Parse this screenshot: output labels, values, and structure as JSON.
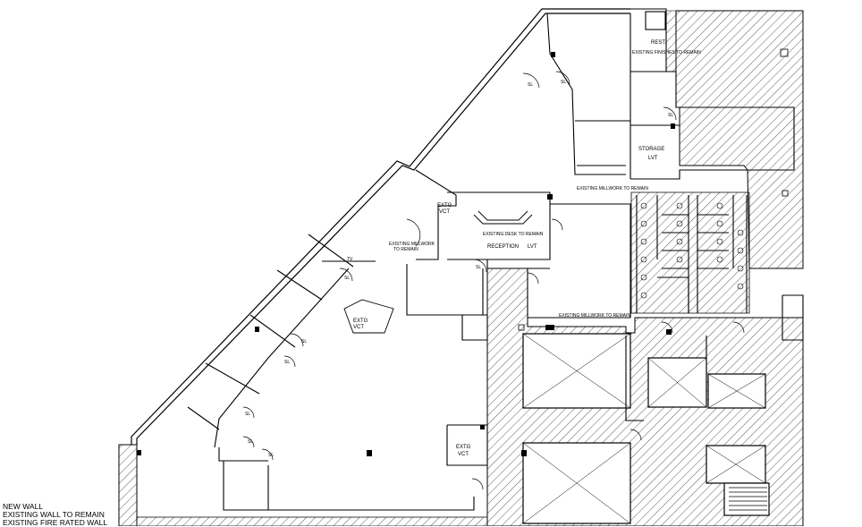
{
  "rooms": {
    "rest": "REST.",
    "existing_finishes": "EXISTING FINISHES TO REMAIN",
    "storage": "STORAGE",
    "storage_floor": "LVT",
    "reception": "RECEPTION",
    "reception_floor": "LVT",
    "existing_desk": "EXISTING DESK TO REMAIN",
    "existing_millwork_top": "EXISTING MILLWORK TO REMAIN",
    "existing_millwork_left_1": "EXISTING MILLWORK",
    "existing_millwork_left_2": "TO REMAIN",
    "existing_millwork_bottom": "EXISTING MILLWORK TO REMAIN",
    "extg_1": "EXTG",
    "vct_1": "VCT",
    "extg_2": "EXTG",
    "vct_2": "VCT",
    "extg_3": "EXTG",
    "vct_3": "VCT",
    "tv": "TV"
  },
  "door_tag": "SL",
  "legend": {
    "new_wall": "NEW WALL",
    "existing_wall": "EXISTING WALL TO REMAIN",
    "fire_rated": "EXISTING FIRE RATED WALL"
  }
}
